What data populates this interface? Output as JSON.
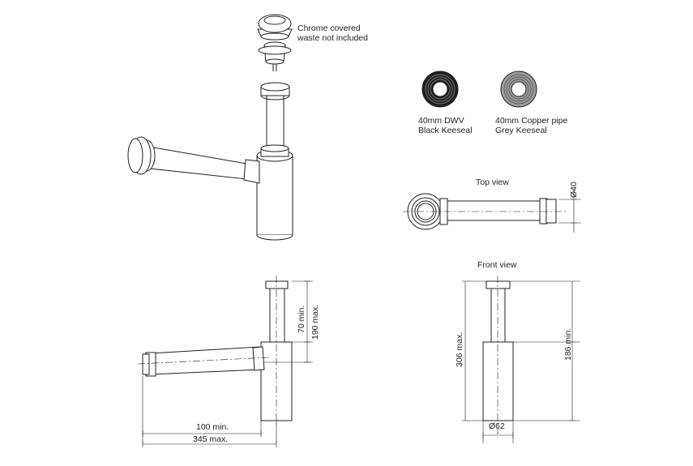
{
  "labels": {
    "chrome_waste": [
      "Chrome covered",
      "waste not included"
    ],
    "dwv_keeseal": [
      "40mm DWV",
      "Black Keeseal"
    ],
    "copper_keeseal": [
      "40mm Copper pipe",
      "Grey Keeseal"
    ],
    "top_view": "Top view",
    "front_view": "Front view",
    "dim_40": "Ø40",
    "dim_62": "Ø62",
    "dim_70_min": "70 min.",
    "dim_190_max": "190 max.",
    "dim_306_max": "306 max.",
    "dim_186_min": "186 min.",
    "dim_100_min": "100 min.",
    "dim_345_max": "345 max."
  },
  "colors": {
    "line": "#231f20",
    "black_keeseal": "#231f20",
    "grey_keeseal": "#9d9d9d"
  }
}
